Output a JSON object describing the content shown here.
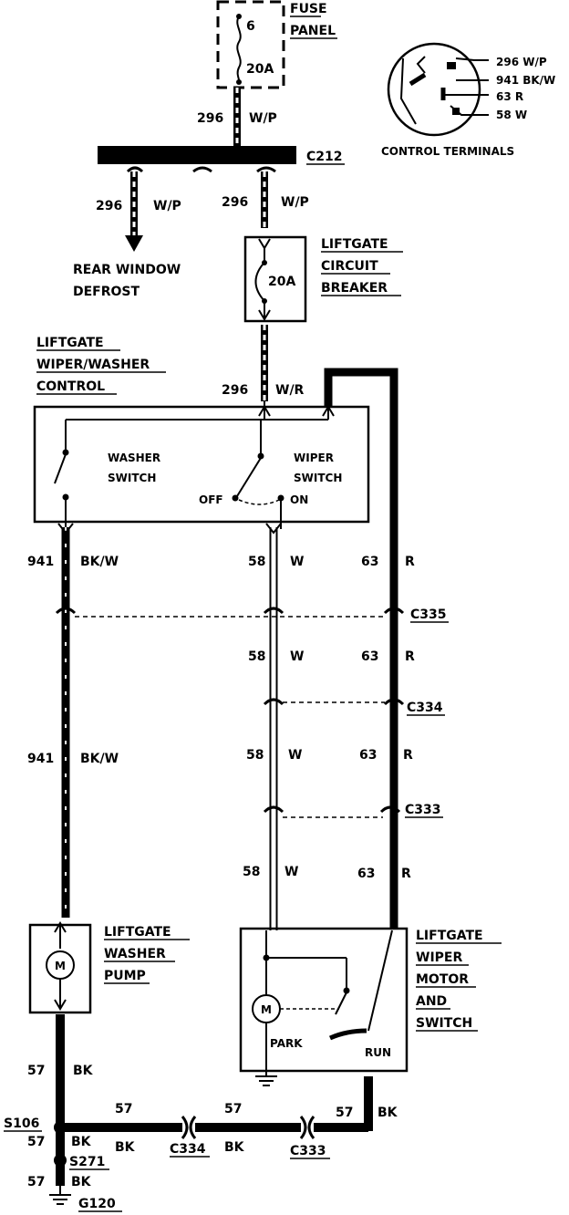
{
  "fuse_panel": {
    "title_line1": "FUSE",
    "title_line2": "PANEL",
    "fuse_number": "6",
    "fuse_rating": "20A"
  },
  "control_terminals": {
    "title": "CONTROL TERMINALS",
    "terminals": [
      "296 W/P",
      "941 BK/W",
      "63 R",
      "58 W"
    ]
  },
  "connectors": {
    "c212": "C212",
    "c335": "C335",
    "c334": "C334",
    "c333": "C333",
    "c334_bottom": "C334",
    "c333_bottom": "C333"
  },
  "wires": {
    "w296": "296",
    "wp": "W/P",
    "wr": "W/R",
    "w941": "941",
    "bkw": "BK/W",
    "w58": "58",
    "w": "W",
    "w63": "63",
    "r": "R",
    "w57": "57",
    "bk": "BK"
  },
  "rear_window_defrost": {
    "line1": "REAR WINDOW",
    "line2": "DEFROST"
  },
  "liftgate_breaker": {
    "line1": "LIFTGATE",
    "line2": "CIRCUIT",
    "line3": "BREAKER",
    "rating": "20A"
  },
  "control": {
    "line1": "LIFTGATE",
    "line2": "WIPER/WASHER",
    "line3": "CONTROL",
    "washer_line1": "WASHER",
    "washer_line2": "SWITCH",
    "wiper_line1": "WIPER",
    "wiper_line2": "SWITCH",
    "off": "OFF",
    "on": "ON"
  },
  "washer_pump": {
    "line1": "LIFTGATE",
    "line2": "WASHER",
    "line3": "PUMP",
    "motor": "M"
  },
  "wiper_motor": {
    "line1": "LIFTGATE",
    "line2": "WIPER",
    "line3": "MOTOR",
    "line4": "AND",
    "line5": "SWITCH",
    "motor": "M",
    "park": "PARK",
    "run": "RUN"
  },
  "ground": {
    "s106": "S106",
    "s271": "S271",
    "g120": "G120"
  }
}
